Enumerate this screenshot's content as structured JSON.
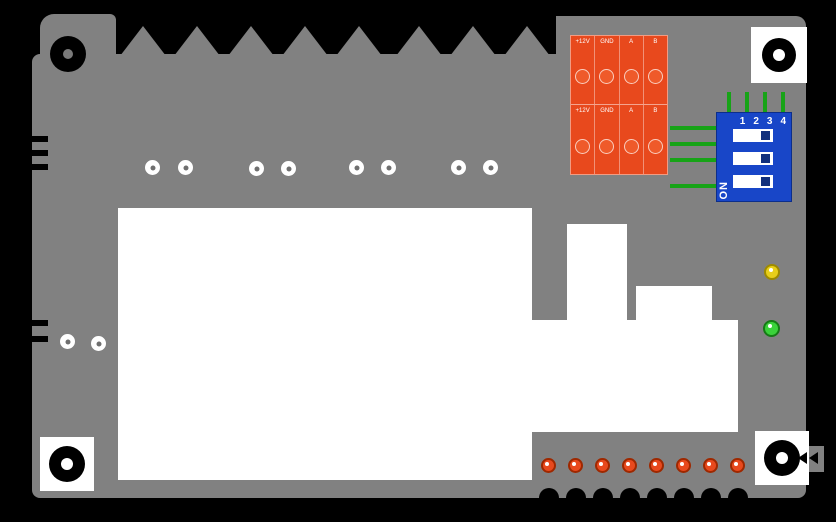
{
  "colors": {
    "background": "#000000",
    "board": "#818181",
    "pad_hole": "#6f6f6f",
    "terminal_orange": "#e8491d",
    "terminal_screw": "#ef5a2a",
    "dip_blue": "#1846c8",
    "trace_green": "#17a317",
    "led_yellow": "#e8cf1a",
    "led_green": "#3ad23a",
    "led_red": "#e8491d"
  },
  "terminal_block": {
    "rows": [
      {
        "labels": [
          "+12V",
          "GND",
          "A",
          "B"
        ]
      },
      {
        "labels": [
          "+12V",
          "GND",
          "A",
          "B"
        ]
      }
    ]
  },
  "dip_switch": {
    "digits": [
      "1",
      "2",
      "3",
      "4"
    ],
    "on_label": "ON",
    "slider_count": 3
  },
  "status_leds": [
    {
      "name": "yellow-led"
    },
    {
      "name": "green-led"
    }
  ],
  "indicator_led_row": {
    "count": 8
  },
  "pads": {
    "top_row_count": 8,
    "left_pair_count": 2
  },
  "mounting_holes": {
    "count": 4
  },
  "masked_regions": {
    "count": 4
  }
}
